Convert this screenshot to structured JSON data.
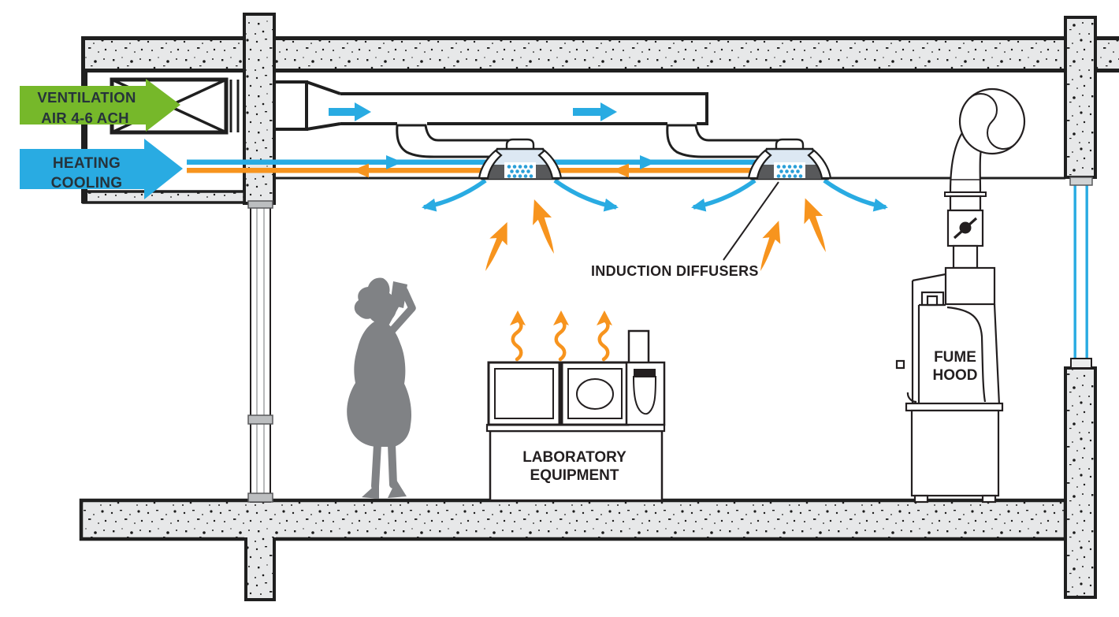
{
  "diagram": {
    "supply": {
      "line1": "VENTILATION",
      "line2": "AIR 4-6 ACH"
    },
    "hydronic": {
      "line1": "HEATING",
      "line2": "COOLING"
    },
    "diffusers": {
      "label": "INDUCTION DIFFUSERS"
    },
    "fume": {
      "line1": "FUME",
      "line2": "HOOD"
    },
    "equipment": {
      "line1": "LABORATORY",
      "line2": "EQUIPMENT"
    },
    "colors": {
      "ventilation_green": "#76b82a",
      "air_water_blue": "#29abe2",
      "heat_orange": "#f7941e",
      "concrete_gray": "#e7e8e9",
      "silhouette_gray": "#808285",
      "diffuser_face_blue": "#dce8f3",
      "diffuser_body_gray": "#58595b",
      "line_black": "#231f20"
    }
  }
}
